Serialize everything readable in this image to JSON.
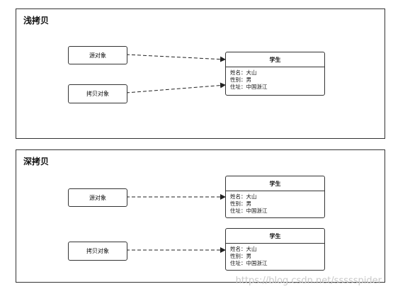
{
  "shallow": {
    "title": "浅拷贝",
    "source_label": "源对象",
    "copy_label": "拷贝对象",
    "student": {
      "name": "学生",
      "attrs": [
        "姓名：大山",
        "性别：男",
        "住址：中国浙江"
      ]
    }
  },
  "deep": {
    "title": "深拷贝",
    "source_label": "源对象",
    "copy_label": "拷贝对象",
    "student_a": {
      "name": "学生",
      "attrs": [
        "姓名：大山",
        "性别：男",
        "住址：中国浙江"
      ]
    },
    "student_b": {
      "name": "学生",
      "attrs": [
        "姓名：大山",
        "性别：男",
        "住址：中国浙江"
      ]
    }
  },
  "watermark": "https://blog.csdn.net/ssssspider"
}
